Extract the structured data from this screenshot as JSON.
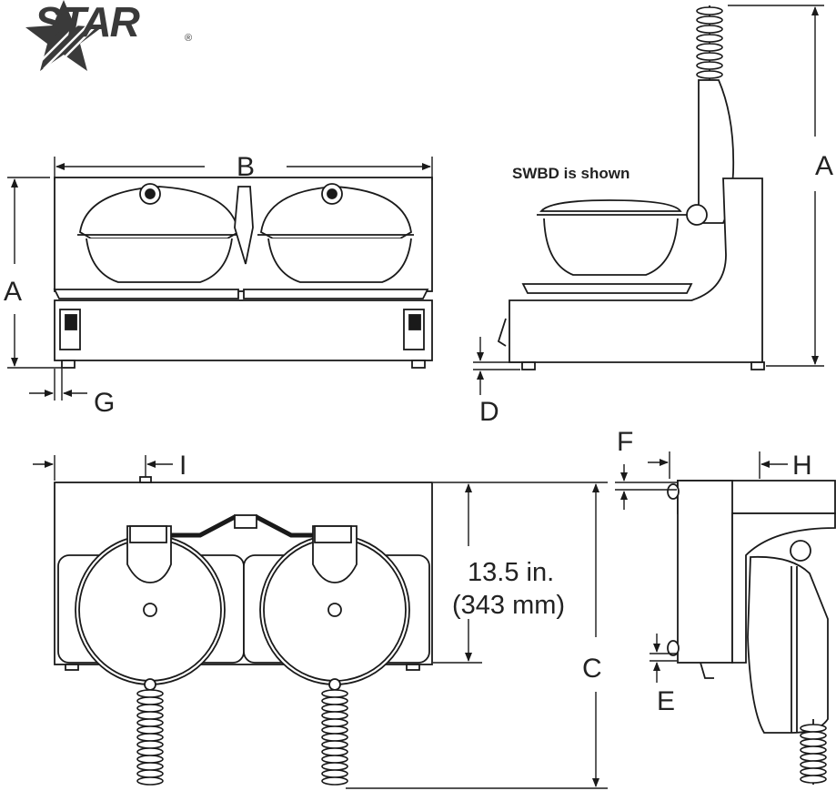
{
  "logo": {
    "text": "STAR",
    "reg_mark": "®"
  },
  "views": {
    "front": {
      "labels": {
        "width": "B",
        "height": "A",
        "foot_inset": "G"
      }
    },
    "side": {
      "note": "SWBD is shown",
      "labels": {
        "height": "A",
        "foot_height": "D"
      }
    },
    "top": {
      "labels": {
        "offset": "I",
        "depth": "C"
      },
      "inner_depth_line1": "13.5 in.",
      "inner_depth_line2": "(343 mm)"
    },
    "side_top": {
      "labels": {
        "offset_f": "F",
        "offset_h": "H",
        "offset_e": "E"
      }
    }
  },
  "colors": {
    "line": "#1a1a1a",
    "fill": "#ffffff",
    "shade": "#e8e8e8",
    "logo": "#3a3a3a"
  },
  "icons": [
    "star-logo",
    "coil-spring-handle"
  ]
}
